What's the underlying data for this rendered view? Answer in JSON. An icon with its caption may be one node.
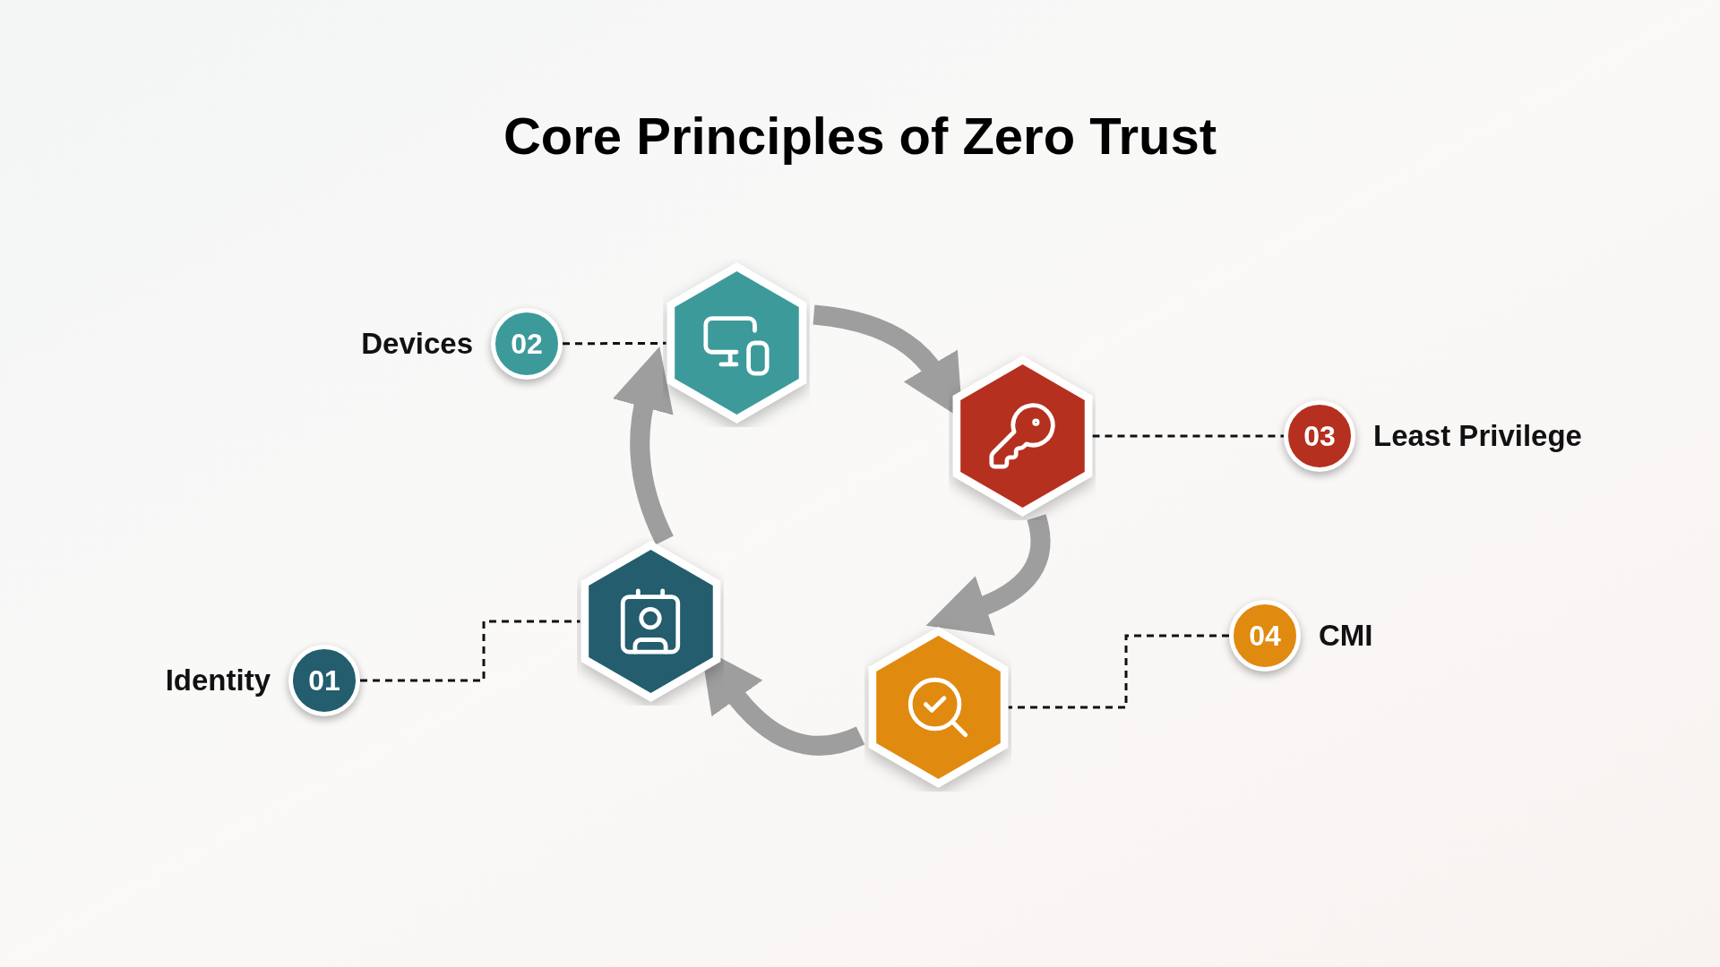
{
  "diagram": {
    "title": "Core Principles of Zero Trust",
    "nodes": [
      {
        "text": [
          "02"
        ],
        "beside": [
          "Devices"
        ]
      },
      {
        "text": [],
        "shape": "hexagon"
      },
      {
        "text": [],
        "shape": "hexagon"
      },
      {
        "text": [
          "03"
        ],
        "beside": [
          "Least Privilege"
        ]
      },
      {
        "text": [
          "04"
        ],
        "beside": [
          "CMI"
        ]
      },
      {
        "text": [],
        "shape": "hexagon"
      },
      {
        "text": [
          "01"
        ],
        "beside": [
          "Identity"
        ]
      },
      {
        "text": [],
        "shape": "hexagon"
      }
    ],
    "edges": [
      {
        "from": 0,
        "to": 1,
        "arrow": "none",
        "style": "dashed"
      },
      {
        "from": 2,
        "to": 3,
        "arrow": "none",
        "style": "dashed"
      },
      {
        "from": 4,
        "to": 7,
        "arrow": "none",
        "style": "dashed"
      },
      {
        "from": 6,
        "to": 5,
        "arrow": "none",
        "style": "dashed"
      },
      {
        "from": 5,
        "to": 1,
        "arrow": "to",
        "style": "thick",
        "color": "#9e9e9e"
      },
      {
        "from": 1,
        "to": 2,
        "arrow": "to",
        "style": "thick",
        "color": "#9e9e9e"
      },
      {
        "from": 2,
        "to": 7,
        "arrow": "to",
        "style": "thick",
        "color": "#9e9e9e"
      },
      {
        "from": 7,
        "to": 5,
        "arrow": "to",
        "style": "thick",
        "color": "#9e9e9e"
      }
    ]
  }
}
